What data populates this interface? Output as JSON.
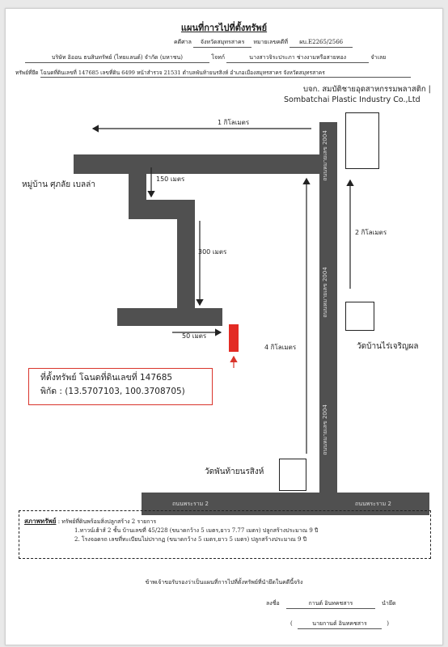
{
  "title": "แผนที่การไปที่ตั้งทรัพย์",
  "header": {
    "court_label": "คดีศาล",
    "court_value": "จังหวัดสมุทรสาคร",
    "case_no_label": "หมายเลขคดีที่",
    "case_no_value": "ผบ.E2265/2566",
    "plaintiff_value": "บริษัท อิออน ธนสินทรัพย์ (ไทยแลนด์) จำกัด (มหาชน)",
    "plaintiff_label": "โจทก์",
    "defendant_value": "นางสาวจิระประภา ช่างงามหรือสายทอง",
    "defendant_label": "จำเลย",
    "property_label": "ทรัพย์ที่ยึด",
    "property_value": "โฉนดที่ดินเลขที่ 147685 เลขที่ดิน 6499 หน้าสำรวจ 21531 ตำบลพันท้ายนรสิงห์ อำเภอเมืองสมุทรสาคร จังหวัดสมุทรสาคร"
  },
  "map": {
    "factory_line1": "บจก. สมบัติชายอุดสาหกรรมพลาสติก |",
    "factory_line2": "Sombatchai Plastic Industry Co.,Ltd",
    "village": "หมู่บ้าน ศุภลัย เบลล่า",
    "temple_rai": "วัดบ้านไร่เจริญผล",
    "temple_phan": "วัดพันท้ายนรสิงห์",
    "dist_1km": "1 กิโลเมตร",
    "dist_150m": "150 เมตร",
    "dist_300m": "300 เมตร",
    "dist_50m": "50 เมตร",
    "dist_2km": "2 กิโลเมตร",
    "dist_4km": "4 กิโลเมตร",
    "road_2004_top": "ถนนหมายเลข 2004",
    "road_2004_mid": "ถนนหมายเลข 2004",
    "road_2004_bot": "ถนนหมายเลข 2004",
    "road_rama2_left": "ถนนพระราม 2",
    "road_rama2_right": "ถนนพระราม 2",
    "location_line1": "ที่ตั้งทรัพย์ โฉนดที่ดินเลขที่ 147685",
    "location_line2": "พิกัด : (13.5707103, 100.3708705)",
    "marker_color": "#e32b24"
  },
  "condition": {
    "label": "สภาพทรัพย์",
    "intro": ": ทรัพย์ที่ดินพร้อมสิ่งปลูกสร้าง 2 รายการ",
    "item1": "1.ทาวน์เฮ้าส์ 2 ชั้น บ้านเลขที่ 45/228 (ขนาดกว้าง 5 เมตร,ยาว 7.77 เมตร) ปลูกสร้างประมาณ 9 ปี",
    "item2": "2. โรงจอดรถ เลขที่ทะเบียนไม่ปรากฏ (ขนาดกว้าง 5 เมตร,ยาว 5 เมตร) ปลูกสร้างประมาณ 9 ปี"
  },
  "footer": {
    "certify": "ข้าพเจ้าขอรับรองว่าเป็นแผนที่การไปที่ตั้งทรัพย์ที่นำยึดในคดีนี้จริง",
    "sign_label": "ลงชื่อ",
    "sign_value": "กานต์ อินทคชสาร",
    "sign_role": "นำยึด",
    "name_open": "(",
    "name_value": "นายกานต์ อินทคชสาร",
    "name_close": ")"
  }
}
